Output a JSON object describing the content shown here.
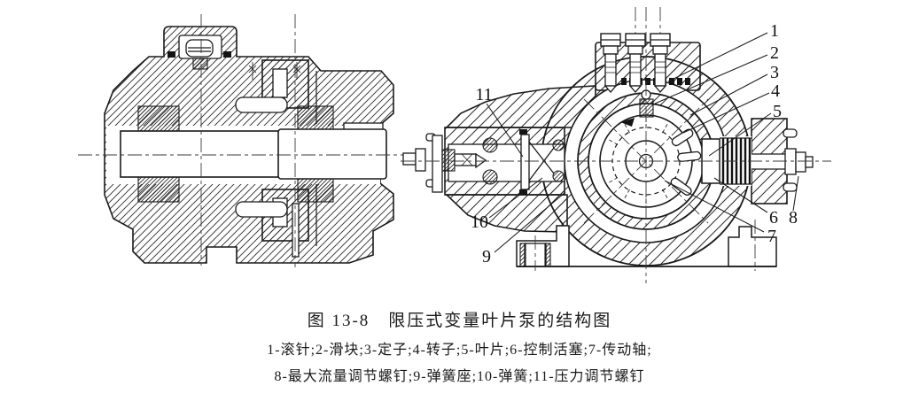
{
  "figure": {
    "colors": {
      "line": "#1a1a1a",
      "background": "#ffffff"
    },
    "caption": "图 13-8　限压式变量叶片泵的结构图",
    "legend_line1": "1-滚针;2-滑块;3-定子;4-转子;5-叶片;6-控制活塞;7-传动轴;",
    "legend_line2": "8-最大流量调节螺钉;9-弹簧座;10-弹簧;11-压力调节螺钉",
    "callouts": [
      {
        "num": "1",
        "label": "滚针"
      },
      {
        "num": "2",
        "label": "滑块"
      },
      {
        "num": "3",
        "label": "定子"
      },
      {
        "num": "4",
        "label": "转子"
      },
      {
        "num": "5",
        "label": "叶片"
      },
      {
        "num": "6",
        "label": "控制活塞"
      },
      {
        "num": "7",
        "label": "传动轴"
      },
      {
        "num": "8",
        "label": "最大流量调节螺钉"
      },
      {
        "num": "9",
        "label": "弹簧座"
      },
      {
        "num": "10",
        "label": "弹簧"
      },
      {
        "num": "11",
        "label": "压力调节螺钉"
      }
    ]
  }
}
